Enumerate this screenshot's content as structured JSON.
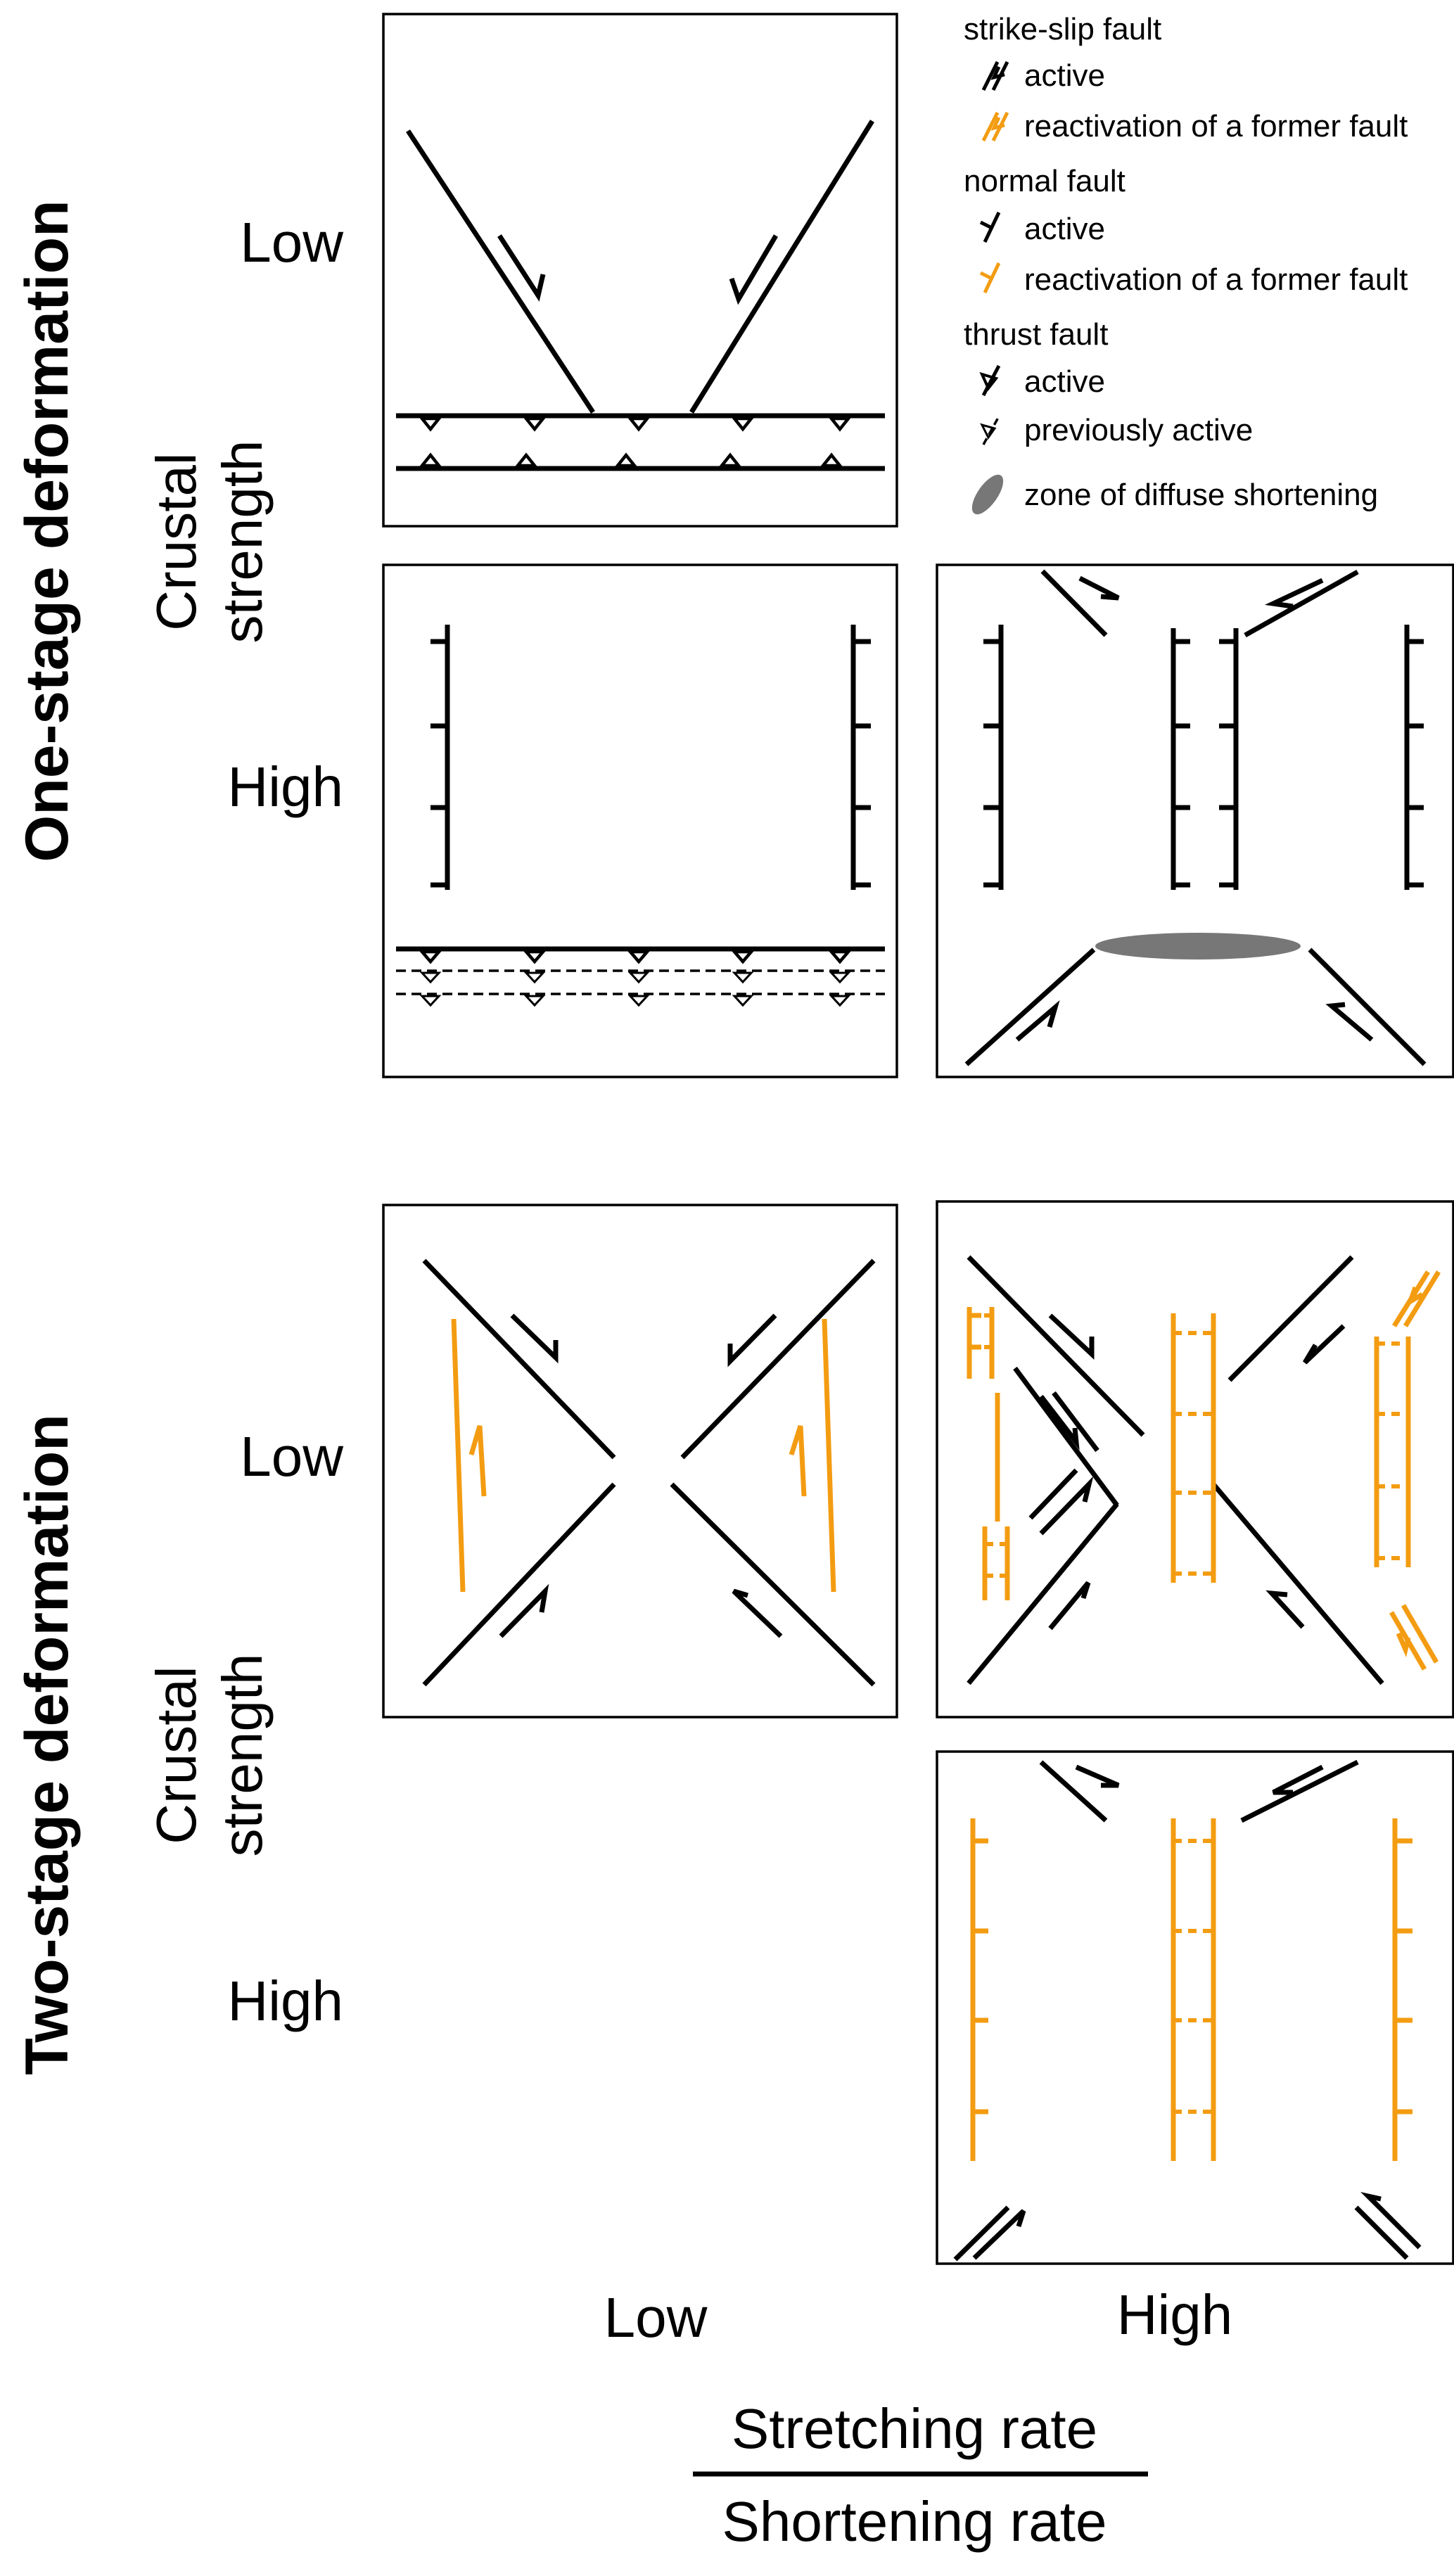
{
  "group_labels": {
    "one_stage": "One-stage deformation",
    "two_stage": "Two-stage deformation"
  },
  "row_axis": {
    "title_line1": "Crustal",
    "title_line2": "strength",
    "low": "Low",
    "high": "High"
  },
  "col_axis": {
    "low": "Low",
    "high": "High",
    "numerator": "Stretching rate",
    "denominator": "Shortening rate"
  },
  "legend": {
    "strike_slip": {
      "heading": "strike-slip fault",
      "active": "active",
      "reactivation": "reactivation of a former fault"
    },
    "normal": {
      "heading": "normal fault",
      "active": "active",
      "reactivation": "reactivation of a former fault"
    },
    "thrust": {
      "heading": "thrust fault",
      "active": "active",
      "previous": "previously active"
    },
    "diffuse": "zone of diffuse shortening"
  },
  "colors": {
    "active": "#000000",
    "reactivated": "#f39c12",
    "diffuse": "#777777"
  }
}
